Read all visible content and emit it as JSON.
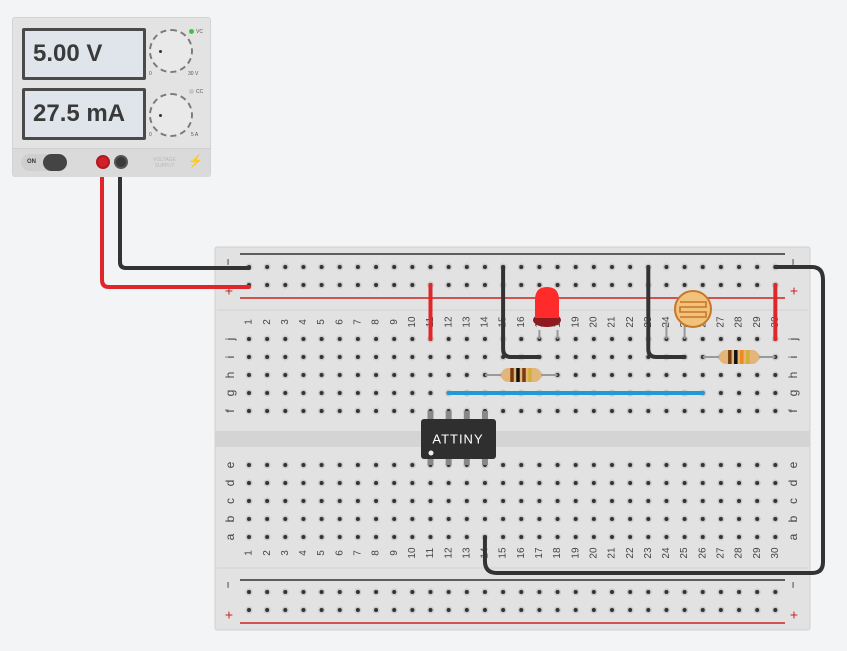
{
  "power_supply": {
    "voltage_display": "5.00 V",
    "current_display": "27.5 mA",
    "voltage_knob": {
      "min_label": "0",
      "max_label": "30 V"
    },
    "current_knob": {
      "min_label": "0",
      "max_label": "5 A"
    },
    "vc_label": "VC",
    "cc_label": "CC",
    "vc_led_color": "#2ecc40",
    "cc_led_color": "#c8c8c8",
    "switch_label": "ON",
    "brand_label_1": "VOLTAGE",
    "brand_label_2": "SUPPLY",
    "bolt_icon": "⚡"
  },
  "breadboard": {
    "columns": [
      "1",
      "2",
      "3",
      "4",
      "5",
      "6",
      "7",
      "8",
      "9",
      "10",
      "11",
      "12",
      "13",
      "14",
      "15",
      "16",
      "17",
      "18",
      "19",
      "20",
      "21",
      "22",
      "23",
      "24",
      "25",
      "26",
      "27",
      "28",
      "29",
      "30"
    ],
    "top_rows": [
      "j",
      "i",
      "h",
      "g",
      "f"
    ],
    "bottom_rows": [
      "e",
      "d",
      "c",
      "b",
      "a"
    ],
    "rail_minus": "−",
    "rail_plus": "+"
  },
  "components": {
    "chip_label": "ATTINY",
    "led_color": "#ff2a2a",
    "wire_colors": {
      "red": "#e0262a",
      "black": "#333333",
      "blue": "#1e9bd7"
    }
  }
}
